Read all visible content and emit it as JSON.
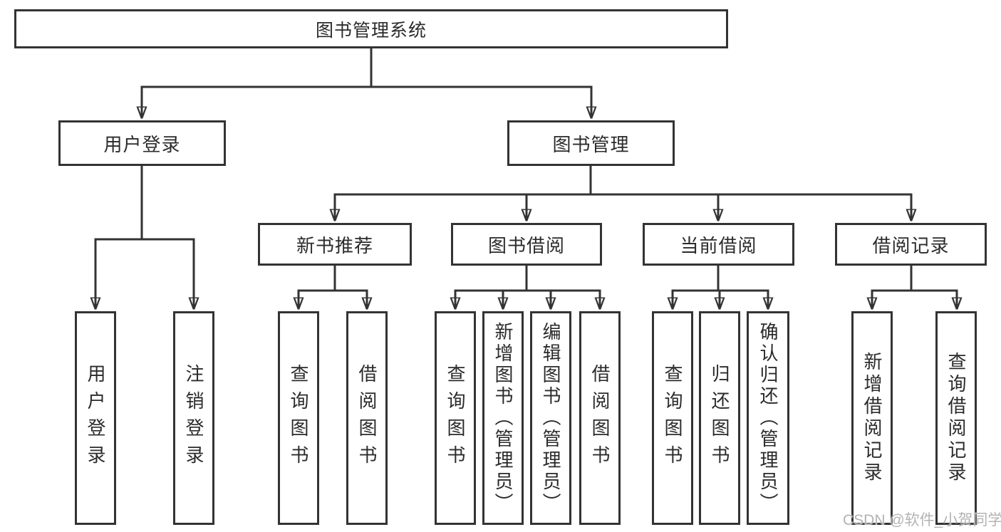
{
  "diagram": {
    "root": {
      "label": "图书管理系统"
    },
    "level2": {
      "user_login": {
        "label": "用户登录"
      },
      "book_management": {
        "label": "图书管理"
      }
    },
    "level3": {
      "new_book_recommend": {
        "label": "新书推荐"
      },
      "book_borrow": {
        "label": "图书借阅"
      },
      "current_borrow": {
        "label": "当前借阅"
      },
      "borrow_records": {
        "label": "借阅记录"
      }
    },
    "leaves": {
      "user_login": [
        "用户登录",
        "注销登录"
      ],
      "new_book_recommend": [
        "查询图书",
        "借阅图书"
      ],
      "book_borrow": [
        "查询图书",
        "新增图书（管理员）",
        "编辑图书（管理员）",
        "借阅图书"
      ],
      "current_borrow": [
        "查询图书",
        "归还图书",
        "确认归还（管理员）"
      ],
      "borrow_records": [
        "新增借阅记录",
        "查询借阅记录"
      ]
    }
  },
  "watermark": "CSDN @软件_小贺同学",
  "colors": {
    "line": "#333333",
    "text": "#2b2b2b",
    "background": "#ffffff",
    "watermark": "#b3b3b3"
  }
}
